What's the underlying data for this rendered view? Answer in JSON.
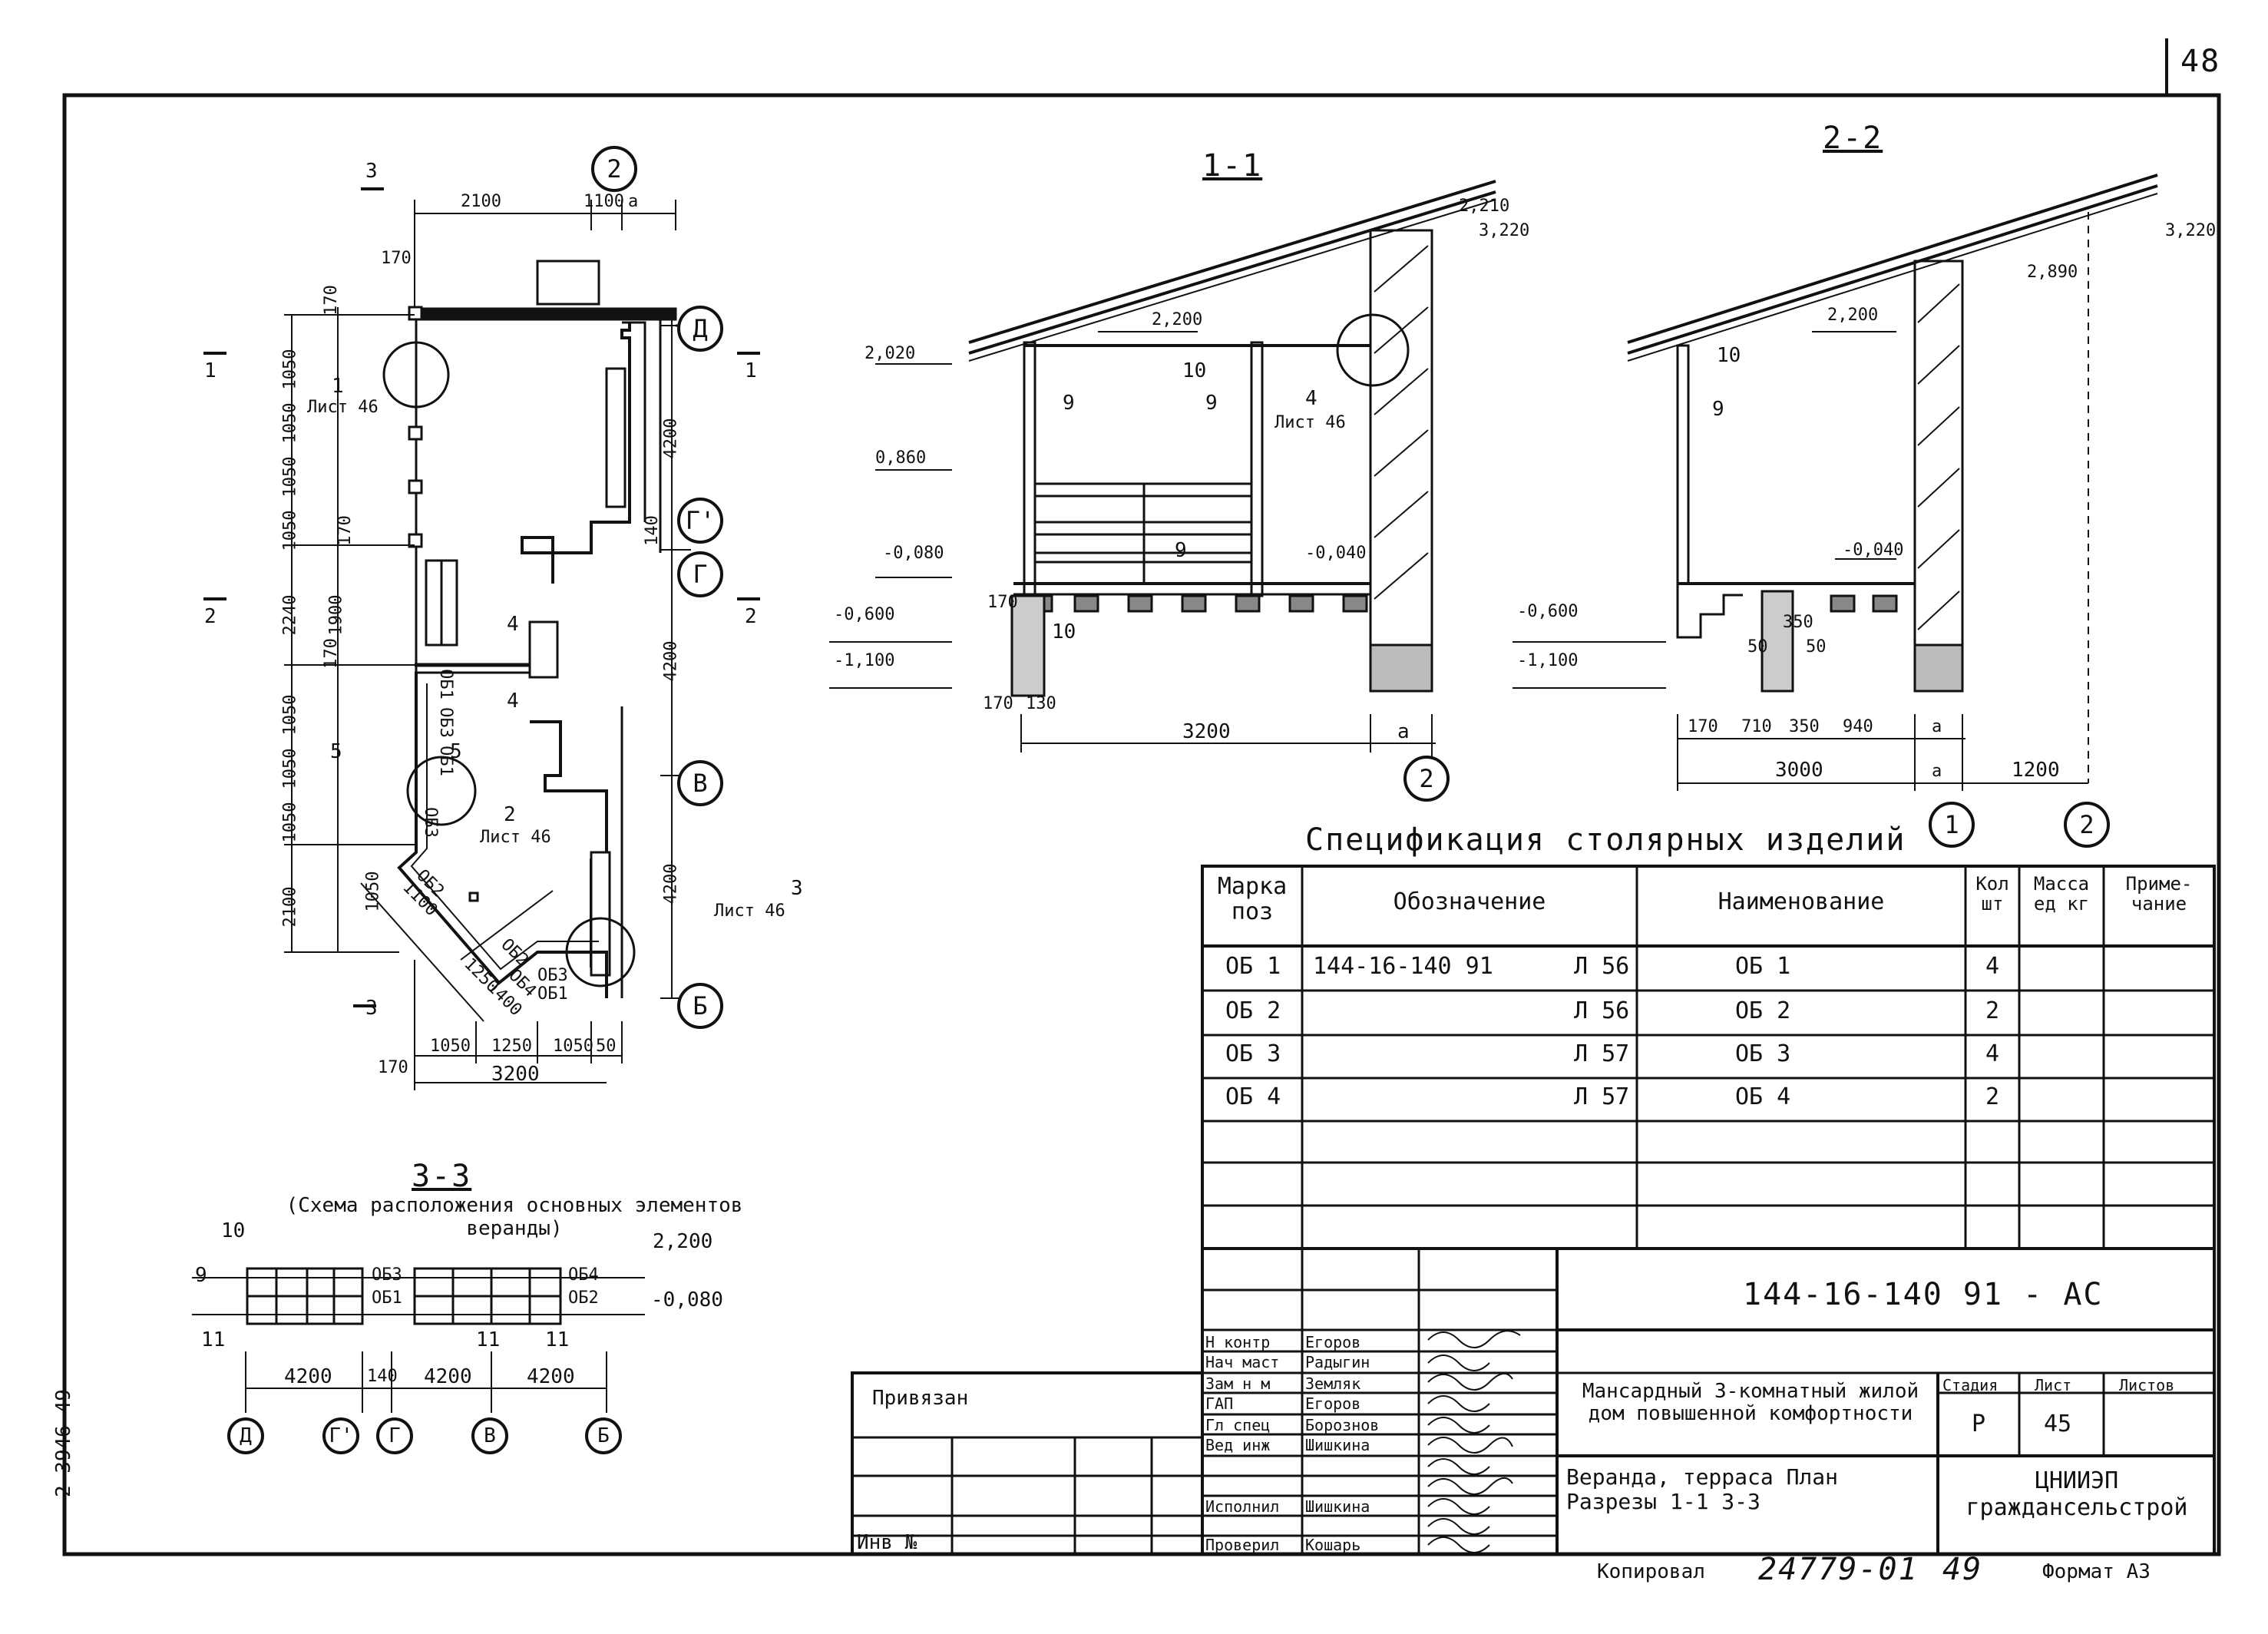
{
  "page_number": "48",
  "side_code": "2-3946-49",
  "plan": {
    "dims_top": [
      "2100",
      "1100",
      "a"
    ],
    "dims_left": [
      "1050",
      "1050",
      "1050",
      "1050",
      "2240",
      "1900",
      "1050",
      "1050",
      "1050",
      "2100"
    ],
    "dims_right": [
      "4200",
      "4200",
      "4200"
    ],
    "dims_bottom": [
      "1050",
      "1250",
      "1050",
      "50"
    ],
    "overall_width": "3200",
    "small_dims": [
      "170",
      "170",
      "170",
      "170",
      "140",
      "170"
    ],
    "callout_1": {
      "num": "1",
      "sheet": "Лист 46"
    },
    "callout_2": {
      "num": "2",
      "sheet": "Лист 46"
    },
    "callout_3": {
      "num": "3",
      "sheet": "Лист 46"
    },
    "axes": [
      "Д",
      "Г'",
      "Г",
      "В",
      "Б",
      "2"
    ],
    "section_marks": [
      "1",
      "1",
      "2",
      "2",
      "3",
      "3",
      "4",
      "4",
      "5",
      "5"
    ],
    "ob_marks": [
      "ОБ1",
      "ОБ3",
      "ОБ1",
      "ОБ2",
      "ОБ2",
      "ОБ3",
      "ОБ4",
      "ОБ3",
      "ОБ1"
    ],
    "bay_dims": [
      "1050",
      "1100",
      "1250",
      "1400"
    ]
  },
  "section_11": {
    "title": "1-1",
    "levels": [
      "2,210",
      "3,220",
      "2,200",
      "2,020",
      "0,860",
      "-0,080",
      "-0,040",
      "-0,600",
      "-1,100"
    ],
    "labels": [
      "10",
      "9",
      "9",
      "9",
      "10"
    ],
    "callout": {
      "num": "4",
      "sheet": "Лист 46"
    },
    "dims": [
      "170",
      "170",
      "130",
      "3200",
      "a"
    ],
    "axis": "2"
  },
  "section_22": {
    "title": "2-2",
    "levels": [
      "3,220",
      "2,890",
      "2,200",
      "-0,040",
      "-0,600",
      "-1,100"
    ],
    "labels": [
      "10",
      "9"
    ],
    "dims": [
      "170",
      "710",
      "350",
      "940",
      "a",
      "3000",
      "a",
      "1200",
      "350",
      "50",
      "50"
    ],
    "axes": [
      "1",
      "2"
    ]
  },
  "section_33": {
    "title": "3-3",
    "subtitle": "(Схема расположения основных элементов веранды)",
    "level_top": "2,200",
    "level_bottom": "-0,080",
    "labels": [
      "10",
      "9",
      "11",
      "11",
      "11"
    ],
    "ob_marks": [
      "ОБ3",
      "ОБ1",
      "ОБ4",
      "ОБ2"
    ],
    "dims": [
      "4200",
      "140",
      "4200",
      "4200"
    ],
    "axes": [
      "Д",
      "Г'",
      "Г",
      "В",
      "Б"
    ]
  },
  "spec": {
    "title": "Спецификация столярных изделий",
    "headers": [
      "Марка поз",
      "Обозначение",
      "Наименование",
      "Кол шт",
      "Масса ед кг",
      "Приме- чание"
    ],
    "rows": [
      {
        "mark": "ОБ 1",
        "code": "144-16-140 91",
        "sheet": "Л 56",
        "name": "ОБ 1",
        "qty": "4"
      },
      {
        "mark": "ОБ 2",
        "code": "",
        "sheet": "Л 56",
        "name": "ОБ 2",
        "qty": "2"
      },
      {
        "mark": "ОБ 3",
        "code": "",
        "sheet": "Л 57",
        "name": "ОБ 3",
        "qty": "4"
      },
      {
        "mark": "ОБ 4",
        "code": "",
        "sheet": "Л 57",
        "name": "ОБ 4",
        "qty": "2"
      }
    ]
  },
  "title_block": {
    "doc_code": "144-16-140 91 - АС",
    "privyazan": "Привязан",
    "inv": "Инв №",
    "project": "Мансардный 3-комнатный жилой дом повышенной комфортности",
    "sheet_title": "Веранда, терраса План Разрезы 1-1 3-3",
    "org": "ЦНИИЭП граждансельстрой",
    "stage_label": "Стадия",
    "sheet_label": "Лист",
    "sheets_label": "Листов",
    "stage": "Р",
    "sheet": "45",
    "staff": [
      {
        "role": "Н контр",
        "name": "Егоров"
      },
      {
        "role": "Нач маст",
        "name": "Радыгин"
      },
      {
        "role": "Зам н м",
        "name": "Земляк"
      },
      {
        "role": "ГАП",
        "name": "Егоров"
      },
      {
        "role": "Гл спец",
        "name": "Борознов"
      },
      {
        "role": "Вед инж",
        "name": "Шишкина"
      },
      {
        "role": "Исполнил",
        "name": "Шишкина"
      },
      {
        "role": "Проверил",
        "name": "Кошарь"
      }
    ]
  },
  "footer": {
    "copied": "Копировал",
    "copy_no": "24779-01",
    "num": "49",
    "format": "Формат А3"
  }
}
